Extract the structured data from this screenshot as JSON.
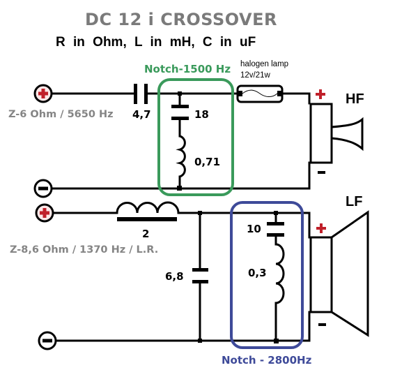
{
  "title": "DC 12 i  CROSSOVER",
  "units_note": "R  in  Ohm, L  in  mH, C  in uF",
  "colors": {
    "wire": "#000000",
    "terminal_plus": "#c0202a",
    "hf_notch_box": "#3a9a5b",
    "lf_notch_box": "#3e4a99",
    "annotation_gray": "#858585"
  },
  "hf_section": {
    "impedance_label": "Z-6 Ohm / 5650 Hz",
    "series_capacitor_value": "4,7",
    "notch_label": "Notch-1500 Hz",
    "notch_capacitor_value": "18",
    "notch_inductor_value": "0,71",
    "lamp_label_line1": "halogen lamp",
    "lamp_label_line2": "12v/21w",
    "driver_label": "HF",
    "plus_sign": "+",
    "minus_sign": "-"
  },
  "lf_section": {
    "impedance_label": "Z-8,6 Ohm / 1370 Hz / L.R.",
    "series_inductor_value": "2",
    "shunt_capacitor_value": "6,8",
    "notch_label": "Notch - 2800Hz",
    "notch_capacitor_value": "10",
    "notch_inductor_value": "0,3",
    "driver_label": "LF",
    "plus_sign": "+",
    "minus_sign": "-"
  }
}
